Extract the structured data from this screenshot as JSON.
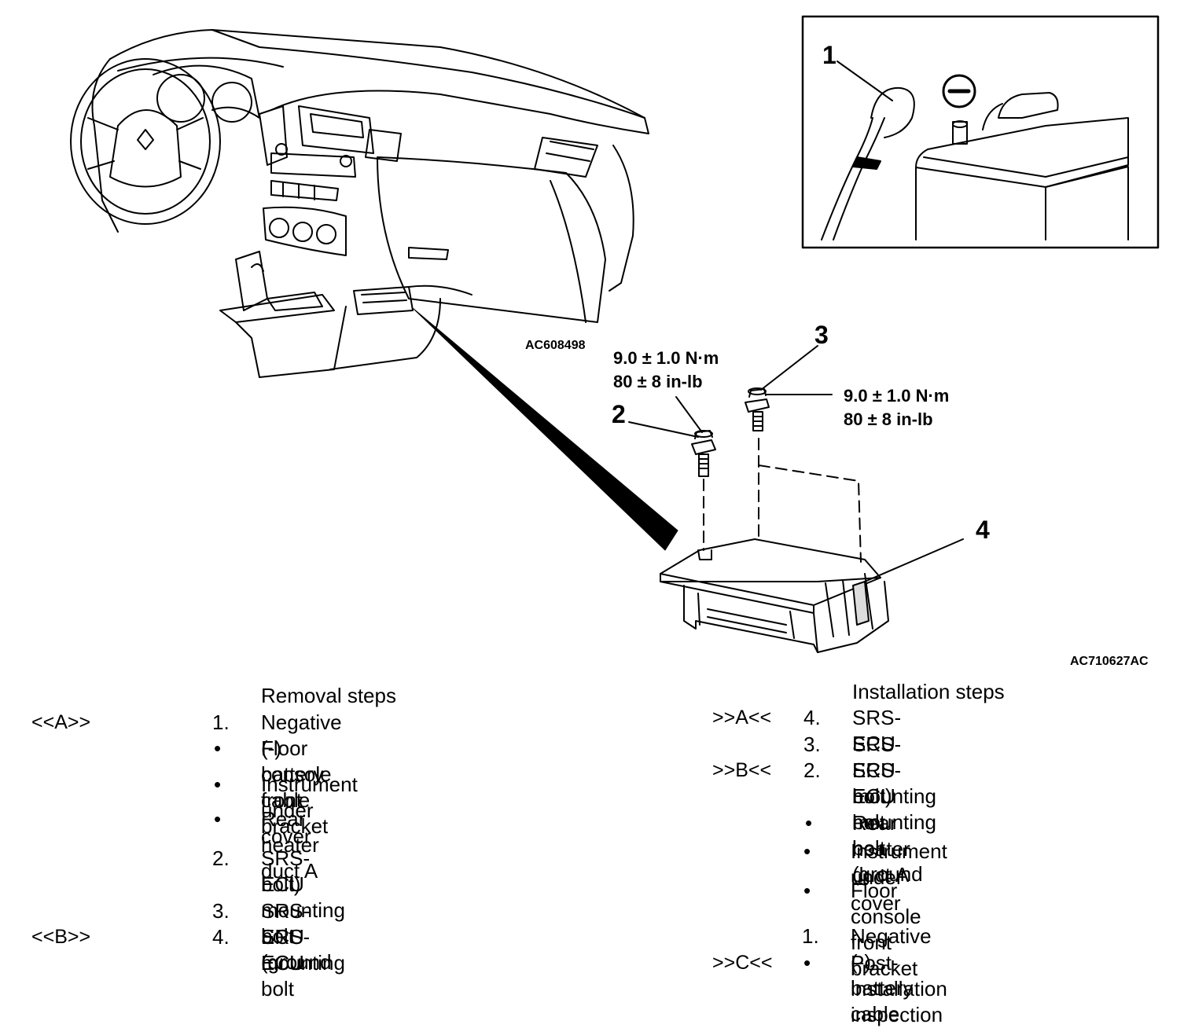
{
  "diagram": {
    "callouts": [
      "1",
      "2",
      "3",
      "4"
    ],
    "torque_bolt2": [
      "9.0 ± 1.0 N·m",
      "80 ± 8 in-lb"
    ],
    "torque_bolt3": [
      "9.0 ± 1.0 N·m",
      "80 ± 8 in-lb"
    ],
    "image_codes": [
      "AC608498",
      "AC710627AC"
    ],
    "battery_symbol": "negative-terminal-icon"
  },
  "removal": {
    "heading": "Removal steps",
    "rows": [
      {
        "ref": "<<A>>",
        "index": "1.",
        "text": "Negative (-) battery cable"
      },
      {
        "ref": "",
        "index": "•",
        "text": "Floor console front bracket"
      },
      {
        "ref": "",
        "index": "•",
        "text": "Instrument under cover"
      },
      {
        "ref": "",
        "index": "•",
        "text": "Rear heater duct A"
      },
      {
        "ref": "",
        "index": "2.",
        "text": "SRS-ECU mounting bolt (ground",
        "text2": "bolt)"
      },
      {
        "ref": "",
        "index": "3.",
        "text": "SRS-ECU mounting bolt"
      },
      {
        "ref": "<<B>>",
        "index": "4.",
        "text": "SRS-ECU"
      }
    ]
  },
  "installation": {
    "heading": "Installation steps",
    "rows": [
      {
        "ref": ">>A<<",
        "index": "4.",
        "text": "SRS-ECU"
      },
      {
        "ref": "",
        "index": "3.",
        "text": "SRS-ECU mounting bolt"
      },
      {
        "ref": ">>B<<",
        "index": "2.",
        "text": "SRS-ECU mounting bolt (ground",
        "text2": "bolt)"
      },
      {
        "ref": "",
        "index": "•",
        "text": "Rear heater duct A"
      },
      {
        "ref": "",
        "index": "•",
        "text": "Instrument under cover"
      },
      {
        "ref": "",
        "index": "•",
        "text": "Floor console front bracket"
      },
      {
        "ref": "",
        "index": "1.",
        "text": "Negative (-) battery cable"
      },
      {
        "ref": ">>C<<",
        "index": "•",
        "text": "Post-installation inspection"
      }
    ]
  }
}
